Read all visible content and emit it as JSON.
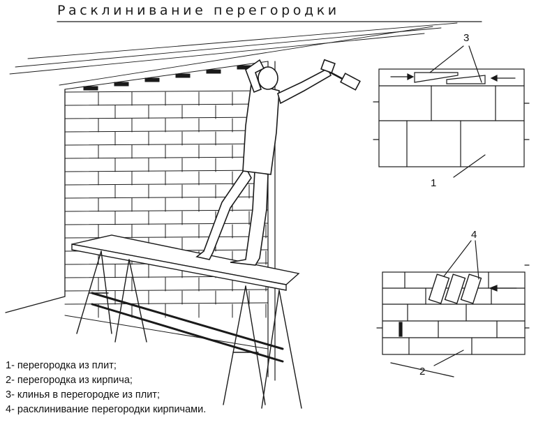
{
  "title": "Расклинивание перегородки",
  "legend": [
    "1- перегородка из плит;",
    "2- перегородка из кирпича;",
    "3- клинья в перегородке из плит;",
    "4- расклинивание перегородки кирпичами."
  ],
  "callouts": {
    "n1": "1",
    "n2": "2",
    "n3": "3",
    "n4": "4"
  }
}
